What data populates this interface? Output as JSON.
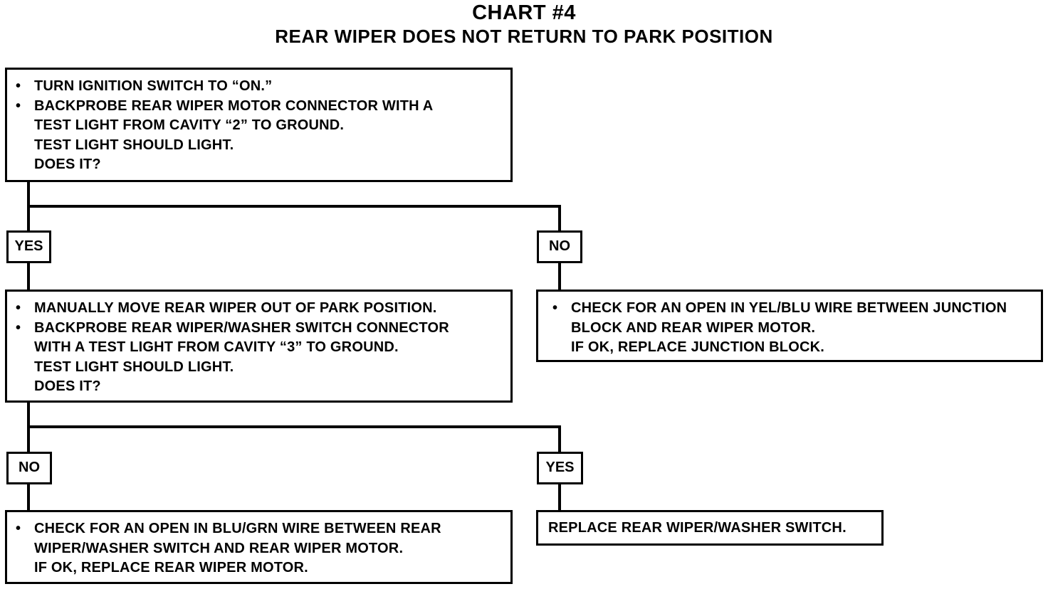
{
  "title": "CHART #4",
  "subtitle": "REAR WIPER DOES NOT RETURN TO PARK POSITION",
  "step1": {
    "bullets": [
      "TURN IGNITION SWITCH TO “ON.”",
      "BACKPROBE REAR WIPER MOTOR CONNECTOR WITH A",
      "TEST LIGHT FROM CAVITY “2” TO GROUND.",
      "TEST LIGHT SHOULD LIGHT.",
      "DOES IT?"
    ]
  },
  "step1_yes": "YES",
  "step1_no": "NO",
  "step2": {
    "lines": [
      "MANUALLY MOVE REAR WIPER OUT OF PARK POSITION.",
      "BACKPROBE REAR WIPER/WASHER SWITCH CONNECTOR",
      "WITH A TEST LIGHT FROM CAVITY “3” TO GROUND.",
      "TEST LIGHT SHOULD LIGHT.",
      "DOES IT?"
    ]
  },
  "result_no_1": {
    "lines": [
      "CHECK FOR AN OPEN IN YEL/BLU WIRE BETWEEN JUNCTION",
      "BLOCK AND REAR WIPER MOTOR.",
      "IF OK, REPLACE JUNCTION BLOCK."
    ]
  },
  "step2_no": "NO",
  "step2_yes": "YES",
  "result_no_2": {
    "lines": [
      "CHECK FOR AN OPEN IN BLU/GRN WIRE BETWEEN REAR",
      "WIPER/WASHER SWITCH AND REAR WIPER MOTOR.",
      "IF OK, REPLACE REAR WIPER MOTOR."
    ]
  },
  "result_yes_2": {
    "text": "REPLACE REAR WIPER/WASHER SWITCH."
  }
}
